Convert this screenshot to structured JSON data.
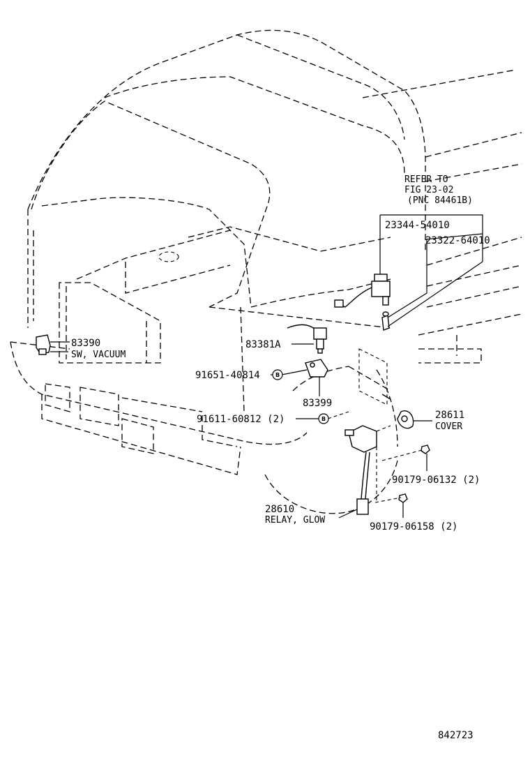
{
  "labels": {
    "refer_line1": "REFER TO",
    "refer_line2": "FIG 23-02",
    "refer_line3": "(PNC 84461B)",
    "p23344": "23344-54010",
    "p23322": "23322-64010",
    "p83381a": "83381A",
    "p83390": "83390",
    "p83390_name": "SW, VACUUM",
    "p91651": "91651-40814",
    "p83399": "83399",
    "p91611": "91611-60812 (2)",
    "p28611": "28611",
    "p28611_name": "COVER",
    "p90179a": "90179-06132 (2)",
    "p28610": "28610",
    "p28610_name": "RELAY, GLOW",
    "p90179b": "90179-06158 (2)",
    "bubble_b1": "B",
    "bubble_b2": "B",
    "figure_no": "842723"
  }
}
